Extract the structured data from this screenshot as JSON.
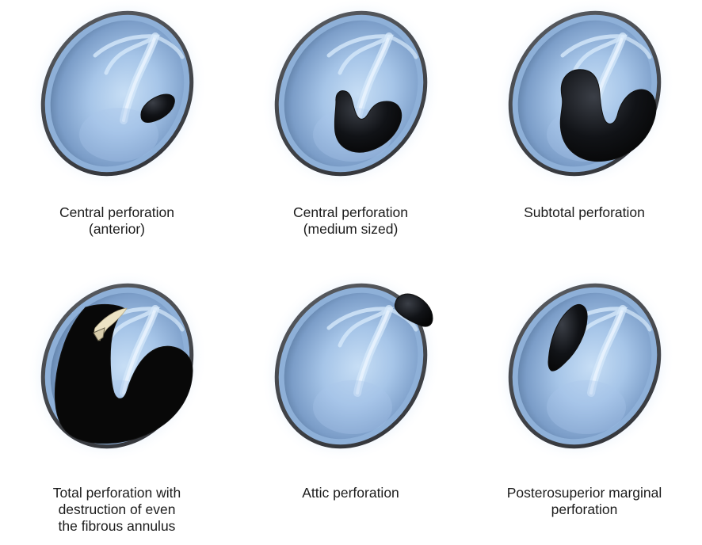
{
  "panels": [
    {
      "type": "central-anterior",
      "caption": [
        "Central perforation",
        "(anterior)"
      ]
    },
    {
      "type": "central-medium",
      "caption": [
        "Central perforation",
        "(medium sized)"
      ]
    },
    {
      "type": "subtotal",
      "caption": [
        "Subtotal perforation"
      ]
    },
    {
      "type": "total",
      "caption": [
        "Total perforation with",
        "destruction of even",
        "the fibrous annulus"
      ]
    },
    {
      "type": "attic",
      "caption": [
        "Attic perforation"
      ]
    },
    {
      "type": "posterosuperior-marginal",
      "caption": [
        "Posterosuperior marginal",
        "perforation"
      ]
    }
  ],
  "colors": {
    "membrane_light": "#b9d6f2",
    "membrane_mid": "#8fb3dc",
    "membrane_dark": "#5f7fa6",
    "rim_dark": "#3d4046",
    "glow": "#9ec6f4",
    "perforation": "#080808",
    "perforation_edge": "#101010",
    "annulus_remnant": "#ece3c4"
  }
}
